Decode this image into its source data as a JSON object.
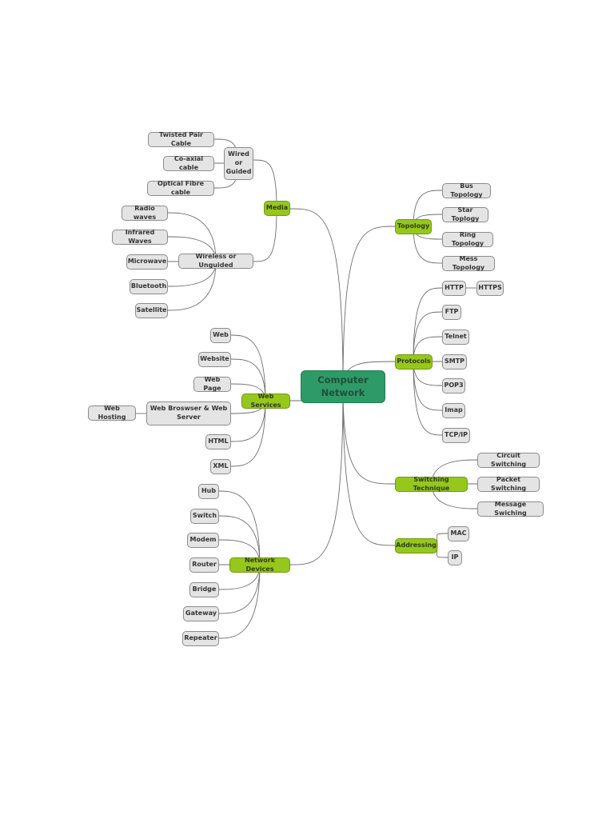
{
  "root": {
    "label": "Computer Network"
  },
  "branches": {
    "media": {
      "label": "Media"
    },
    "topology": {
      "label": "Topology"
    },
    "protocols": {
      "label": "Protocols"
    },
    "web_services": {
      "label": "Web Services"
    },
    "switching": {
      "label": "Switching Technique"
    },
    "addressing": {
      "label": "Addressing"
    },
    "network_devices": {
      "label": "Network Devices"
    }
  },
  "media": {
    "wired": {
      "label": "Wired or Guided",
      "items": [
        "Twisted Pair Cable",
        "Co-axial cable",
        "Optical Fibre cable"
      ]
    },
    "wireless": {
      "label": "Wireless or Unguided",
      "items": [
        "Radio waves",
        "Infrared Waves",
        "Microwave",
        "Bluetooth",
        "Satellite"
      ]
    }
  },
  "topology": {
    "items": [
      "Bus Topology",
      "Star Toplogy",
      "Ring Topology",
      "Mess Topology"
    ]
  },
  "protocols": {
    "items": [
      "HTTP",
      "FTP",
      "Telnet",
      "SMTP",
      "POP3",
      "Imap",
      "TCP/IP"
    ],
    "http_child": "HTTPS"
  },
  "web_services": {
    "items": [
      "Web",
      "Website",
      "Web Page",
      "Web Broswser & Web Server",
      "HTML",
      "XML"
    ],
    "browser_child": "Web Hosting"
  },
  "switching": {
    "items": [
      "Circuit Switching",
      "Packet Switching",
      "Message Swiching"
    ]
  },
  "addressing": {
    "items": [
      "MAC",
      "IP"
    ]
  },
  "network_devices": {
    "items": [
      "Hub",
      "Switch",
      "Modem",
      "Router",
      "Bridge",
      "Gateway",
      "Repeater"
    ]
  }
}
